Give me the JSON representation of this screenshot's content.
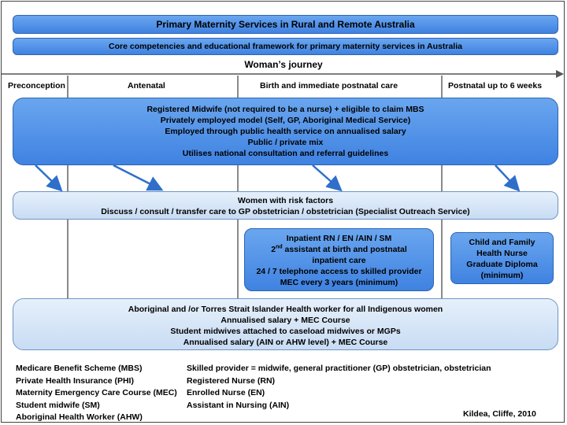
{
  "title": "Primary Maternity Services in Rural and Remote Australia",
  "subtitle": "Core competencies and educational framework for primary maternity services in Australia",
  "journey_label": "Woman’s journey",
  "stages": {
    "preconception": "Preconception",
    "antenatal": "Antenatal",
    "birth": "Birth and immediate postnatal care",
    "postnatal": "Postnatal  up to 6 weeks"
  },
  "midwife_box": {
    "lines": [
      "Registered Midwife (not required to be a nurse) + eligible to claim MBS",
      "Privately employed model (Self, GP, Aboriginal Medical Service)",
      "Employed through public health service on annualised salary",
      "Public / private mix",
      "Utilises national consultation and referral guidelines"
    ]
  },
  "risk_box": {
    "lines": [
      "Women with risk factors",
      "Discuss / consult / transfer care to GP obstetrician / obstetrician (Specialist Outreach Service)"
    ]
  },
  "inpatient_box": {
    "line1": "Inpatient RN / EN /AIN / SM",
    "line2_num": "2",
    "line2_sup": "nd",
    "line2_rest": " assistant at birth and postnatal",
    "line3": "inpatient care",
    "line4": "24 / 7 telephone access to skilled provider",
    "line5": "MEC  every 3 years (minimum)"
  },
  "child_box": {
    "lines": [
      "Child and Family",
      "Health Nurse",
      "Graduate Diploma",
      "(minimum)"
    ]
  },
  "aboriginal_box": {
    "lines": [
      "Aboriginal and /or Torres Strait Islander Health worker for all Indigenous women",
      "Annualised salary + MEC Course",
      "Student midwives attached to caseload midwives or MGPs",
      "Annualised salary (AIN or AHW level) + MEC Course"
    ]
  },
  "legend_left": [
    "Medicare Benefit Scheme (MBS)",
    "Private Health Insurance (PHI)",
    "Maternity Emergency Care Course (MEC)",
    "Student midwife (SM)",
    "Aboriginal Health Worker (AHW)"
  ],
  "legend_right": [
    "Skilled provider = midwife, general practitioner (GP) obstetrician, obstetrician",
    "Registered Nurse (RN)",
    "Enrolled Nurse (EN)",
    "Assistant in Nursing (AIN)"
  ],
  "credit": "Kildea, Cliffe, 2010",
  "colors": {
    "box_blue": "#4a8ce6",
    "box_pale": "#d6e5f6",
    "arrow_blue": "#2f6fc9",
    "divider_gray": "#8a8a8a"
  }
}
